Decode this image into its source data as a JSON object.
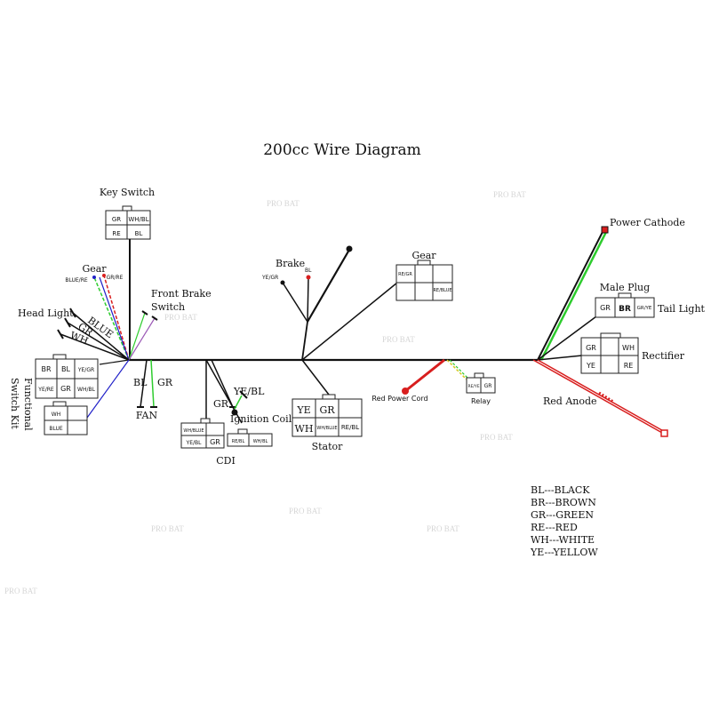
{
  "title": "200cc Wire Diagram",
  "watermark": "PRO BAT",
  "colors": {
    "wire": "#111111",
    "green": "#2ecc2e",
    "red": "#d81e1e",
    "blue": "#2020c8",
    "yellow": "#d8c81e",
    "purple": "#9b59b6"
  },
  "labels": {
    "key_switch": "Key Switch",
    "gear_left": "Gear",
    "blue_re": "BLUE/RE",
    "gr_re": "GR/RE",
    "front_brake_1": "Front Brake",
    "front_brake_2": "Switch",
    "head_light": "Head Light",
    "blue": "BLUE",
    "gr": "GR",
    "wh": "WH",
    "functional_1": "Functional",
    "functional_2": "Switch Kit",
    "fan_bl": "BL",
    "fan_gr": "GR",
    "fan": "FAN",
    "brake": "Brake",
    "brake_bl": "BL",
    "brake_yegr": "YE/GR",
    "ign_yebl": "YE/BL",
    "ign_gr": "GR",
    "ignition_coil": "Ignition Coil",
    "cdi": "CDI",
    "gear_right": "Gear",
    "stator": "Stator",
    "red_power_cord": "Red Power Cord",
    "relay": "Relay",
    "power_cathode": "Power Cathode",
    "male_plug": "Male Plug",
    "tail_light": "Tail Light",
    "rectifier": "Rectifier",
    "red_anode": "Red Anode"
  },
  "connectors": {
    "key_switch": [
      "GR",
      "WH/BL",
      "RE",
      "BL"
    ],
    "functional_main": [
      "BR",
      "BL",
      "YE/GR",
      "YE/RE",
      "GR",
      "WH/BL"
    ],
    "functional_small": [
      "WH",
      "",
      "BLUE",
      ""
    ],
    "cdi_left": [
      "WH/BLUE",
      "",
      "YE/BL",
      "GR"
    ],
    "cdi_right": [
      "RE/BL",
      "WH/BL"
    ],
    "stator": [
      "YE",
      "GR",
      "WH",
      "WH/BLUE",
      "RE/BL"
    ],
    "gear_right": [
      "RE/GR",
      "",
      "",
      "RE/BLUE"
    ],
    "relay": [
      "RE/YE",
      "GR"
    ],
    "male_plug": [
      "GR",
      "BR",
      "GR/YE"
    ],
    "rectifier": [
      "GR",
      "WH",
      "YE",
      "RE"
    ]
  },
  "legend": [
    "BL---BLACK",
    "BR---BROWN",
    "GR---GREEN",
    "RE---RED",
    "WH---WHITE",
    "YE---YELLOW"
  ]
}
